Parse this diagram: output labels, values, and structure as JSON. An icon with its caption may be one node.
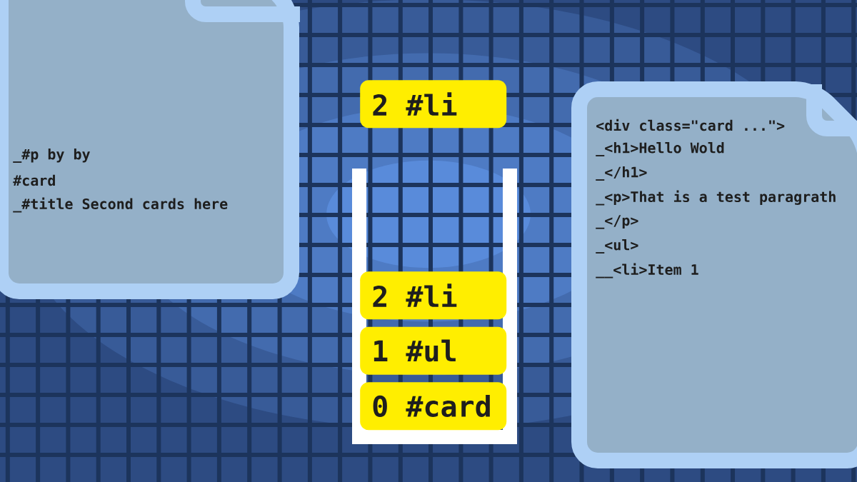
{
  "diagram": {
    "nodes": [
      {
        "text": [
          "_#p by by",
          "#card",
          "_#title Second cards here"
        ]
      },
      {
        "text": [
          "2 #li"
        ]
      },
      {
        "text": [],
        "shape": "box"
      },
      {
        "text": [
          "2 #li"
        ],
        "in": 2
      },
      {
        "text": [
          "1 #ul"
        ],
        "in": 2
      },
      {
        "text": [
          "0 #card"
        ],
        "in": 2
      },
      {
        "text": [
          "<div class=\"card ...\">",
          "_<h1>Hello Wold",
          "_</h1>",
          "_<p>That is a test paragrath",
          "_</p>",
          "_<ul>",
          "__<li>Item 1"
        ]
      }
    ]
  }
}
